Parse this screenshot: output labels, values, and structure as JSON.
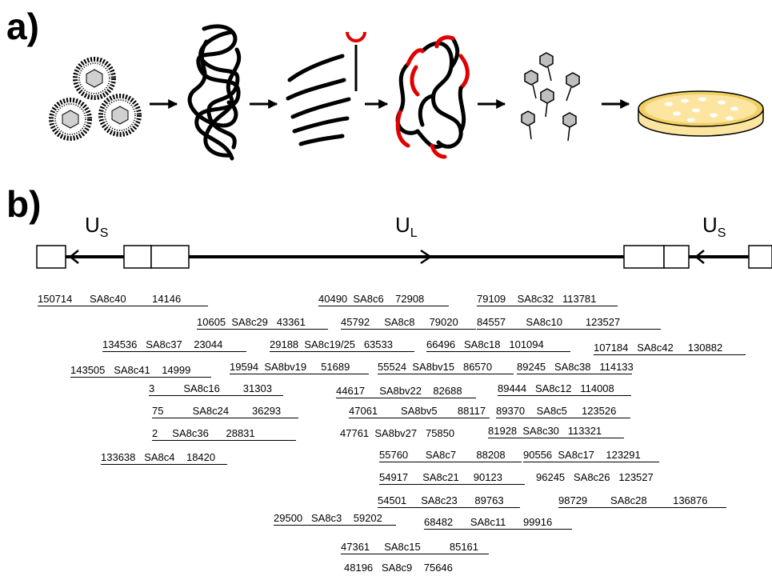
{
  "panels": {
    "a": "a)",
    "b": "b)"
  },
  "genome": {
    "us_left": {
      "base": "U",
      "sub": "S"
    },
    "ul": {
      "base": "U",
      "sub": "L"
    },
    "us_right": {
      "base": "U",
      "sub": "S"
    }
  },
  "clones": [
    {
      "text": "150714      SA8c40         14146",
      "underlined": true
    },
    {
      "text": "40490  SA8c6    72908",
      "underlined": true
    },
    {
      "text": "79109    SA8c32   113781",
      "underlined": true
    },
    {
      "text": "10605  SA8c29   43361",
      "underlined": true
    },
    {
      "text": "45792     SA8c8     79020",
      "underlined": true
    },
    {
      "text": "84557       SA8c10        123527",
      "underlined": true
    },
    {
      "text": "134536   SA8c37    23044",
      "underlined": true
    },
    {
      "text": "29188  SA8c19/25   63533",
      "underlined": true
    },
    {
      "text": "66496   SA8c18   101094",
      "underlined": true
    },
    {
      "text": "107184   SA8c42     130882",
      "underlined": true
    },
    {
      "text": "143505   SA8c41    14999",
      "underlined": true
    },
    {
      "text": "19594  SA8bv19     51689",
      "underlined": true
    },
    {
      "text": "55524  SA8bv15   86570",
      "underlined": true
    },
    {
      "text": "89245   SA8c38   114133",
      "underlined": true
    },
    {
      "text": "3          SA8c16        31303",
      "underlined": true
    },
    {
      "text": "44617     SA8bv22    82688",
      "underlined": true
    },
    {
      "text": "89444   SA8c12   114008",
      "underlined": true
    },
    {
      "text": "75          SA8c24        36293",
      "underlined": true
    },
    {
      "text": "47061        SA8bv5       88117",
      "underlined": true
    },
    {
      "text": "89370    SA8c5     123526",
      "underlined": true
    },
    {
      "text": "2     SA8c36      28831",
      "underlined": true
    },
    {
      "text": "47761  SA8bv27   75850",
      "underlined": false
    },
    {
      "text": "81928  SA8c30   113321",
      "underlined": true
    },
    {
      "text": "133638   SA8c4    18420",
      "underlined": true
    },
    {
      "text": "55760      SA8c7       88208",
      "underlined": true
    },
    {
      "text": "90556  SA8c17    123291",
      "underlined": true
    },
    {
      "text": "54917     SA8c21     90123",
      "underlined": true
    },
    {
      "text": "96245   SA8c26   123527",
      "underlined": false
    },
    {
      "text": "54501     SA8c23      89763",
      "underlined": true
    },
    {
      "text": "98729        SA8c28         136876",
      "underlined": true
    },
    {
      "text": "29500   SA8c3    59202",
      "underlined": true
    },
    {
      "text": "68482      SA8c11      99916",
      "underlined": true
    },
    {
      "text": "47361     SA8c15          85161",
      "underlined": true
    },
    {
      "text": "48196   SA8c9    75646",
      "underlined": false
    }
  ],
  "colors": {
    "ink": "#000000",
    "probe_red": "#e00000",
    "plate_fill": "#fbe5a0",
    "plate_rim": "#f2cf61",
    "phage_grey": "#bfbfbf",
    "virion_grey": "#d0d0d0"
  },
  "icons": [
    "virion-cluster-icon",
    "arrow-right-icon",
    "dna-tangle-icon",
    "dna-fragments-icon",
    "probe-icon",
    "hybridized-dna-icon",
    "phage-particles-icon",
    "petri-dish-icon"
  ]
}
